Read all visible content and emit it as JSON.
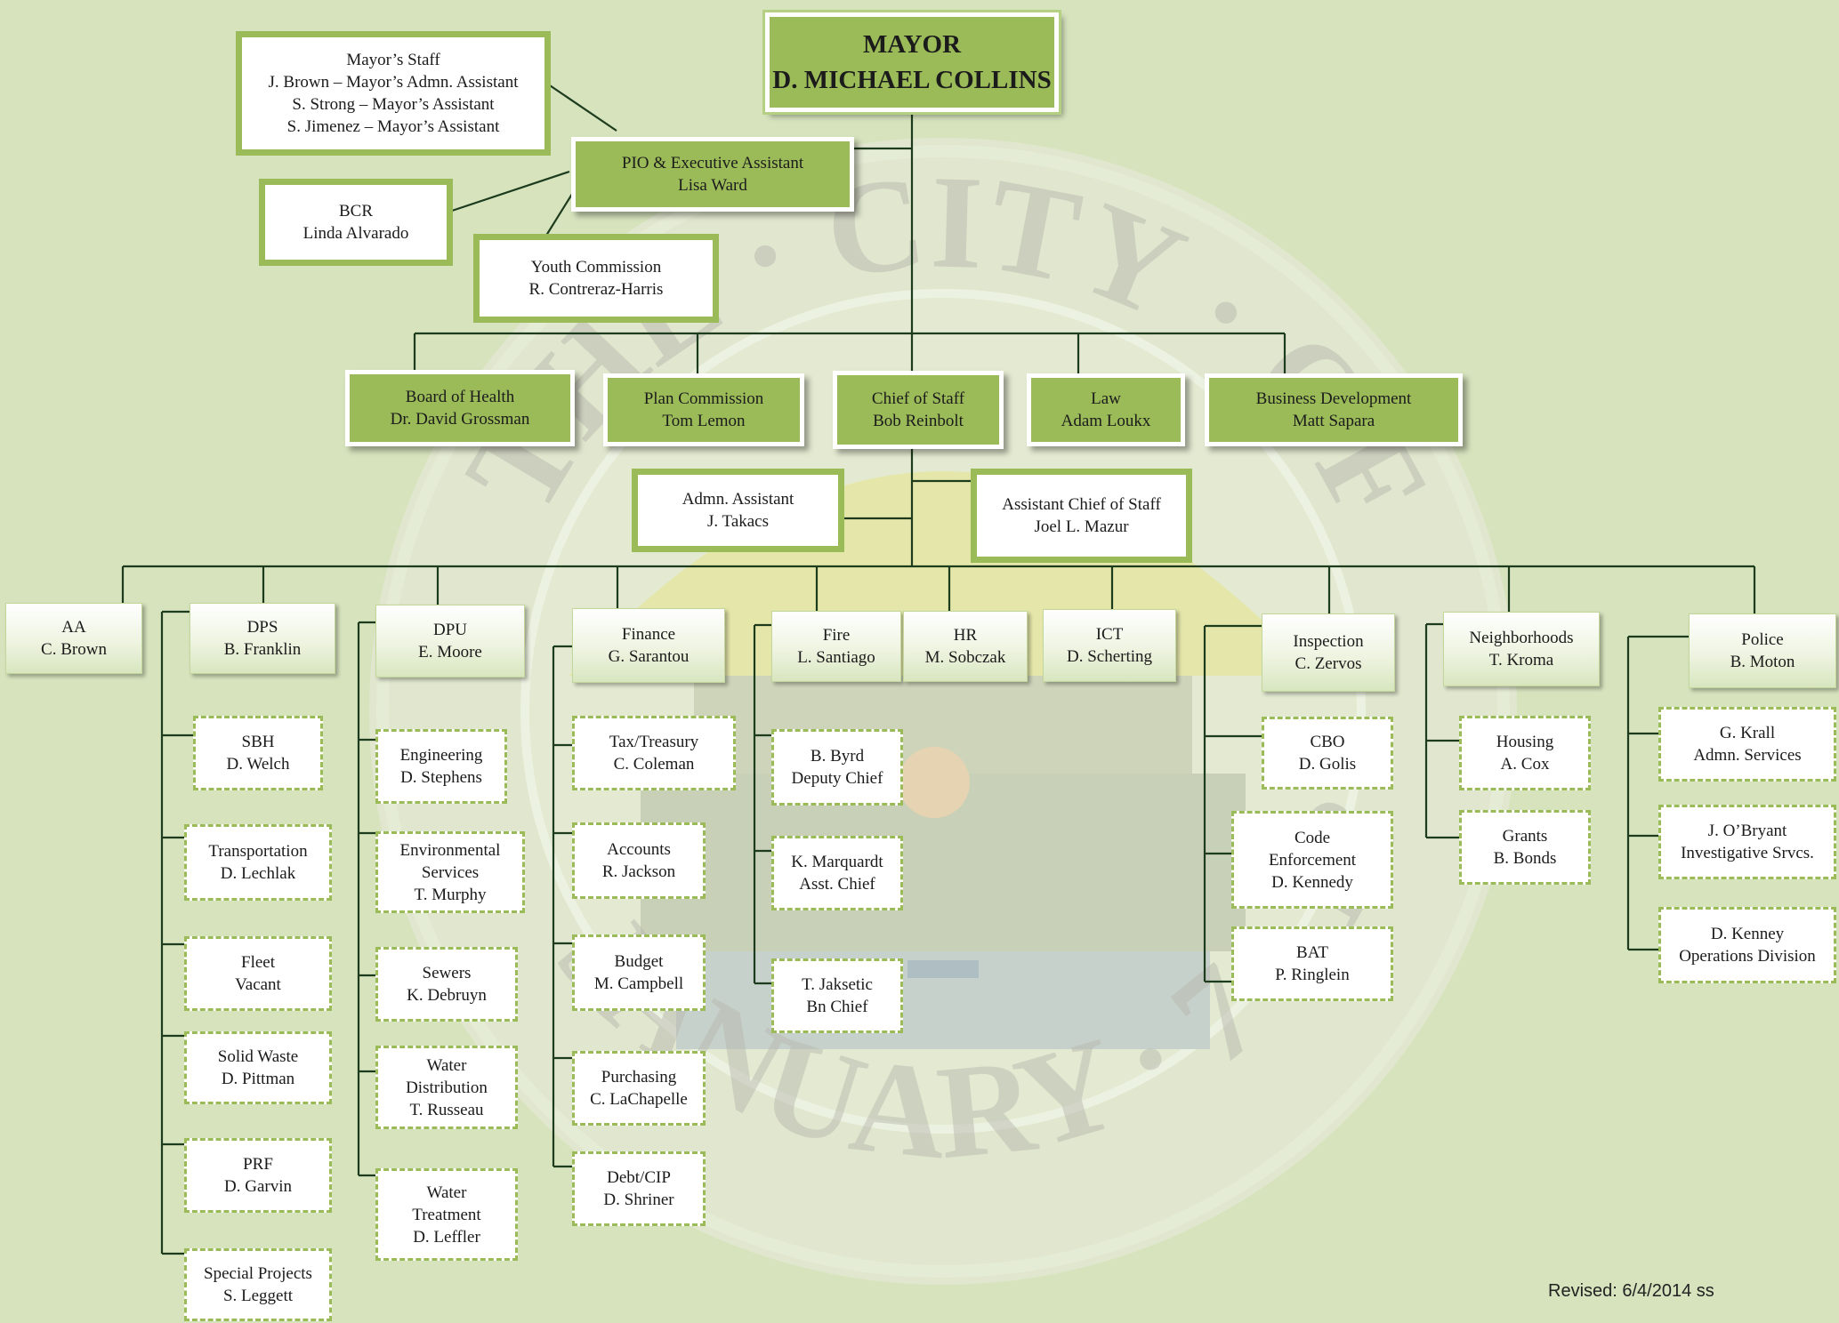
{
  "mayor": {
    "title": "MAYOR",
    "name": "D. MICHAEL COLLINS"
  },
  "mayors_staff": {
    "title": "Mayor’s Staff",
    "lines": [
      "J. Brown – Mayor’s Admn. Assistant",
      "S. Strong – Mayor’s Assistant",
      "S. Jimenez – Mayor’s Assistant"
    ]
  },
  "pio": {
    "title": "PIO & Executive Assistant",
    "name": "Lisa Ward"
  },
  "bcr": {
    "title": "BCR",
    "name": "Linda Alvarado"
  },
  "youth": {
    "title": "Youth Commission",
    "name": "R. Contreraz-Harris"
  },
  "tier2": {
    "board_health": {
      "title": "Board of Health",
      "name": "Dr. David Grossman"
    },
    "plan_commission": {
      "title": "Plan Commission",
      "name": "Tom Lemon"
    },
    "chief_staff": {
      "title": "Chief of Staff",
      "name": "Bob Reinbolt"
    },
    "law": {
      "title": "Law",
      "name": "Adam Loukx"
    },
    "business": {
      "title": "Business Development",
      "name": "Matt Sapara"
    }
  },
  "admn_assistant": {
    "title": "Admn. Assistant",
    "name": "J. Takacs"
  },
  "asst_chief_staff": {
    "title": "Assistant Chief of Staff",
    "name": "Joel L. Mazur"
  },
  "departments": {
    "aa": {
      "title": "AA",
      "name": "C. Brown"
    },
    "dps": {
      "title": "DPS",
      "name": "B. Franklin"
    },
    "dpu": {
      "title": "DPU",
      "name": "E. Moore"
    },
    "finance": {
      "title": "Finance",
      "name": "G. Sarantou"
    },
    "fire": {
      "title": "Fire",
      "name": "L. Santiago"
    },
    "hr": {
      "title": "HR",
      "name": "M. Sobczak"
    },
    "ict": {
      "title": "ICT",
      "name": "D. Scherting"
    },
    "inspection": {
      "title": "Inspection",
      "name": "C. Zervos"
    },
    "neighborhoods": {
      "title": "Neighborhoods",
      "name": "T. Kroma"
    },
    "police": {
      "title": "Police",
      "name": "B. Moton"
    }
  },
  "dps_units": [
    {
      "lines": [
        "SBH",
        "D. Welch"
      ]
    },
    {
      "lines": [
        "Transportation",
        "D. Lechlak"
      ]
    },
    {
      "lines": [
        "Fleet",
        "Vacant"
      ]
    },
    {
      "lines": [
        "Solid Waste",
        "D. Pittman"
      ]
    },
    {
      "lines": [
        "PRF",
        "D. Garvin"
      ]
    },
    {
      "lines": [
        "Special Projects",
        "S. Leggett"
      ]
    }
  ],
  "dpu_units": [
    {
      "lines": [
        "Engineering",
        "D. Stephens"
      ]
    },
    {
      "lines": [
        "Environmental",
        "Services",
        "T. Murphy"
      ]
    },
    {
      "lines": [
        "Sewers",
        "K. Debruyn"
      ]
    },
    {
      "lines": [
        "Water",
        "Distribution",
        "T. Russeau"
      ]
    },
    {
      "lines": [
        "Water",
        "Treatment",
        "D. Leffler"
      ]
    }
  ],
  "finance_units": [
    {
      "lines": [
        "Tax/Treasury",
        "C. Coleman"
      ]
    },
    {
      "lines": [
        "Accounts",
        "R. Jackson"
      ]
    },
    {
      "lines": [
        "Budget",
        "M. Campbell"
      ]
    },
    {
      "lines": [
        "Purchasing",
        "C. LaChapelle"
      ]
    },
    {
      "lines": [
        "Debt/CIP",
        "D. Shriner"
      ]
    }
  ],
  "fire_units": [
    {
      "lines": [
        "B. Byrd",
        "Deputy Chief"
      ]
    },
    {
      "lines": [
        "K. Marquardt",
        "Asst. Chief"
      ]
    },
    {
      "lines": [
        "T. Jaksetic",
        "Bn Chief"
      ]
    }
  ],
  "inspection_units": [
    {
      "lines": [
        "CBO",
        "D. Golis"
      ]
    },
    {
      "lines": [
        "Code",
        "Enforcement",
        "D. Kennedy"
      ]
    },
    {
      "lines": [
        "BAT",
        "P. Ringlein"
      ]
    }
  ],
  "neighborhoods_units": [
    {
      "lines": [
        "Housing",
        "A. Cox"
      ]
    },
    {
      "lines": [
        "Grants",
        "B. Bonds"
      ]
    }
  ],
  "police_units": [
    {
      "lines": [
        "G. Krall",
        "Admn. Services"
      ]
    },
    {
      "lines": [
        "J. O’Bryant",
        "Investigative Srvcs."
      ]
    },
    {
      "lines": [
        "D. Kenney",
        "Operations Division"
      ]
    }
  ],
  "seal_text": {
    "top": "THE · CITY · OF",
    "bottom": "JANUARY · 7 · 18"
  },
  "revised": "Revised: 6/4/2014 ss",
  "colors": {
    "background": "#d6e3bd",
    "green": "#9bbb59",
    "line": "#000000"
  }
}
